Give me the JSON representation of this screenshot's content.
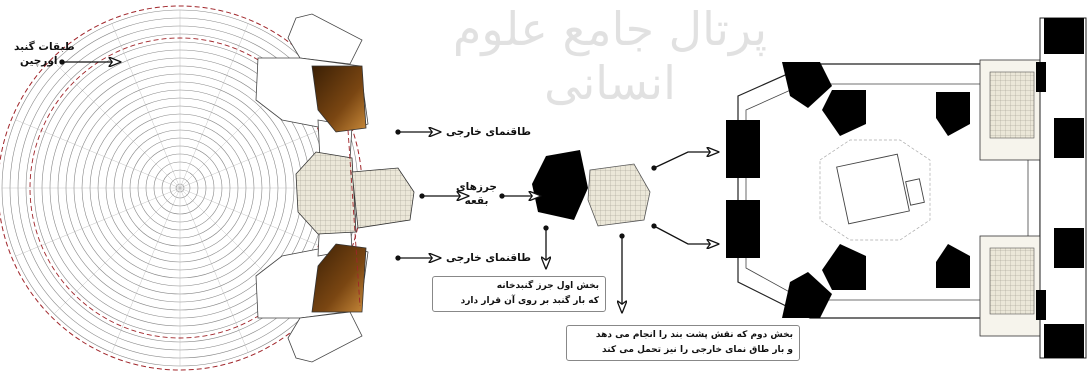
{
  "watermark": "پرتال جامع علوم انسانی",
  "labels": {
    "dome_layers_line1": "طبقات گنبد",
    "dome_layers_line2": "اورچین",
    "outer_arch_top": "طاقنمای خارجی",
    "squinch_line1": "جرزهای",
    "squinch_line2": "بقعه",
    "outer_arch_bottom": "طاقنمای خارجی"
  },
  "callouts": {
    "first_part_line1": "بخش اول جرز گنبدخانه",
    "first_part_line2": "که بار گنبد بر روی آن قرار دارد",
    "second_part_line1": "بخش دوم که نقش پشت بند را انجام می دهد",
    "second_part_line2": "و بار طاق نمای خارجی را نیز تحمل می کند"
  },
  "colors": {
    "pier_black": "#000000",
    "arch_brown": "#6b3d10",
    "hatch_fill": "#e6e1d0",
    "guide_red": "#a0252a"
  }
}
